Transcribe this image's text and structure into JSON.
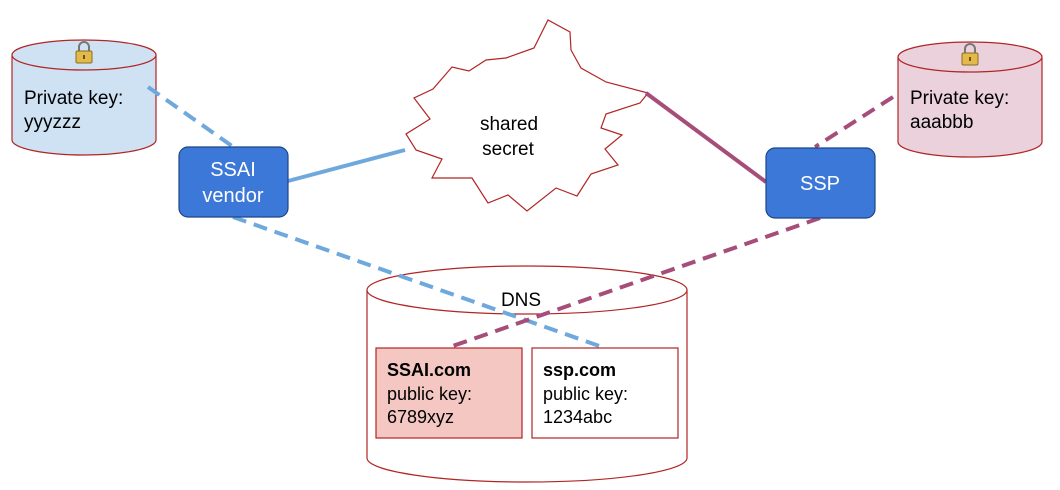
{
  "colors": {
    "blue_db_fill": "#cfe2f3",
    "red_db_fill": "#ead1dc",
    "db_stroke": "#b12525",
    "node_fill": "#3c78d8",
    "node_stroke": "#1c4587",
    "blue_line": "#6fa8dc",
    "purple_line": "#a64d79",
    "ssai_record_fill": "#f4c7c3"
  },
  "left_db": {
    "label": "Private key:",
    "value": "yyyzzz",
    "icon": "padlock-icon"
  },
  "right_db": {
    "label": "Private key:",
    "value": "aaabbb",
    "icon": "padlock-icon"
  },
  "ssai_node": {
    "line1": "SSAI",
    "line2": "vendor"
  },
  "ssp_node": {
    "label": "SSP"
  },
  "secret": {
    "line1": "shared",
    "line2": "secret"
  },
  "dns": {
    "title": "DNS",
    "records": [
      {
        "domain": "SSAI.com",
        "label": "public key:",
        "value": "6789xyz"
      },
      {
        "domain": "ssp.com",
        "label": "public key:",
        "value": "1234abc"
      }
    ]
  }
}
